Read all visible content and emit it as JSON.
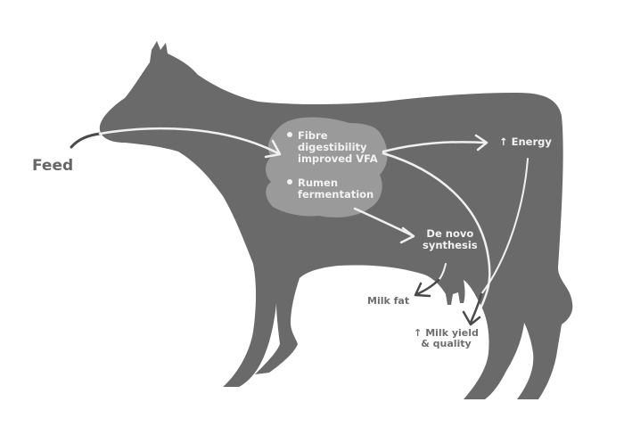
{
  "diagram": {
    "title_label": "Feed",
    "colors": {
      "background": "#ffffff",
      "cow_silhouette": "#6b6a6b",
      "rumen_cloud": "#9a9a9a",
      "chalk_arrow": "#f0f0f0",
      "dark_arrow": "#4a4a4a",
      "label_dark": "#6e6e6e",
      "label_light": "#f2f2f2"
    },
    "rumen": {
      "items": [
        {
          "bullet": "•",
          "line1": "Fibre",
          "line2": "digestibility",
          "line3": "improved VFA"
        },
        {
          "bullet": "•",
          "line1": "Rumen",
          "line2": "fermentation"
        }
      ]
    },
    "outputs": {
      "energy": {
        "icon": "up-arrow",
        "arrow_glyph": "🡅",
        "text": "Energy"
      },
      "de_novo": {
        "line1": "De novo",
        "line2": "synthesis"
      },
      "milk_fat": {
        "text": "Milk fat"
      },
      "milk_yield": {
        "icon": "up-arrow",
        "arrow_glyph": "🡅",
        "line1": "Milk yield",
        "line2": "& quality"
      }
    },
    "flows": [
      {
        "from": "Feed",
        "to": "Rumen"
      },
      {
        "from": "Rumen",
        "to": "Energy"
      },
      {
        "from": "Rumen",
        "to": "De novo synthesis"
      },
      {
        "from": "Rumen",
        "to": "Milk yield & quality"
      },
      {
        "from": "Energy",
        "to": "Milk yield & quality"
      },
      {
        "from": "De novo synthesis",
        "to": "Milk fat"
      }
    ]
  }
}
